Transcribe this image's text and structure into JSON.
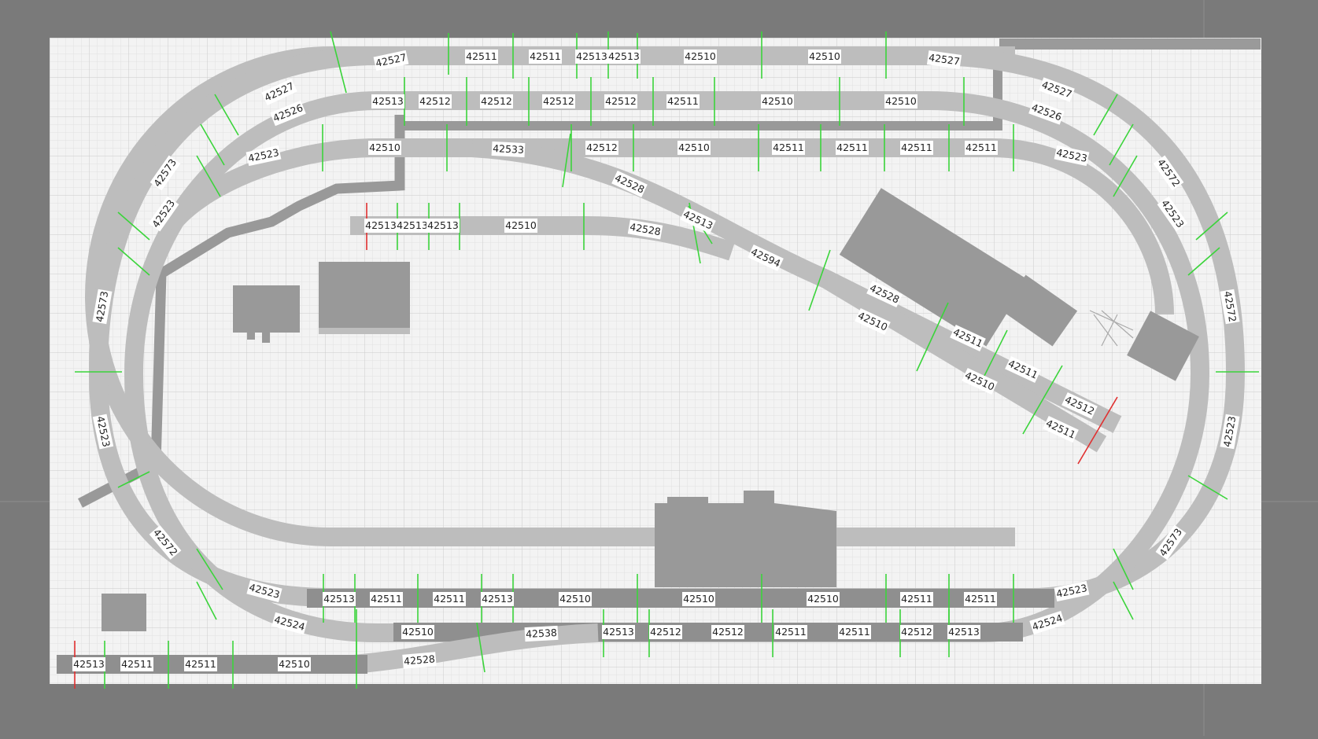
{
  "colors": {
    "workspace": "#7a7a7a",
    "board": "#f3f3f3",
    "grid_minor": "#e1e1e1",
    "grid_major": "#c9c9c9",
    "track": "#bdbdbd",
    "track_dark": "#8f8f8f",
    "building": "#999999",
    "joint_ok": "#3bd43b",
    "joint_open": "#e03030",
    "label_bg": "#ffffff"
  },
  "icons": {
    "track_piece": "track-piece-icon",
    "joint_connected": "green-joint-marker",
    "joint_open": "red-joint-marker",
    "building": "building-icon",
    "crane": "crane-icon"
  },
  "labels": {
    "outer_top": [
      "42527",
      "42511",
      "42511",
      "42513",
      "42513",
      "42510",
      "42510",
      "42527"
    ],
    "second_top": [
      "42513",
      "42512",
      "42512",
      "42512",
      "42512",
      "42511",
      "42510",
      "42510"
    ],
    "third_top": [
      "42510",
      "42533",
      "42512",
      "42510",
      "42511",
      "42511",
      "42511",
      "42511"
    ],
    "left_curves": [
      "42527",
      "42526",
      "42523",
      "42573",
      "42523",
      "42573",
      "42523",
      "42572"
    ],
    "right_curves": [
      "42527",
      "42526",
      "42523",
      "42572",
      "42523",
      "42572",
      "42523",
      "42573"
    ],
    "siding_inner": [
      "42513",
      "42513",
      "42513",
      "42510",
      "42528"
    ],
    "diagonal": [
      "42528",
      "42513",
      "42594",
      "42528",
      "42510",
      "42511",
      "42511",
      "42510",
      "42512",
      "42511"
    ],
    "bottom_1": [
      "42523",
      "42513",
      "42511",
      "42511",
      "42513",
      "42510",
      "42510",
      "42510",
      "42511",
      "42511",
      "42523"
    ],
    "bottom_2": [
      "42524",
      "42510",
      "42538",
      "42513",
      "42512",
      "42512",
      "42511",
      "42511",
      "42512",
      "42513",
      "42524"
    ],
    "bottom_3": [
      "42513",
      "42511",
      "42511",
      "42510",
      "42528"
    ]
  }
}
